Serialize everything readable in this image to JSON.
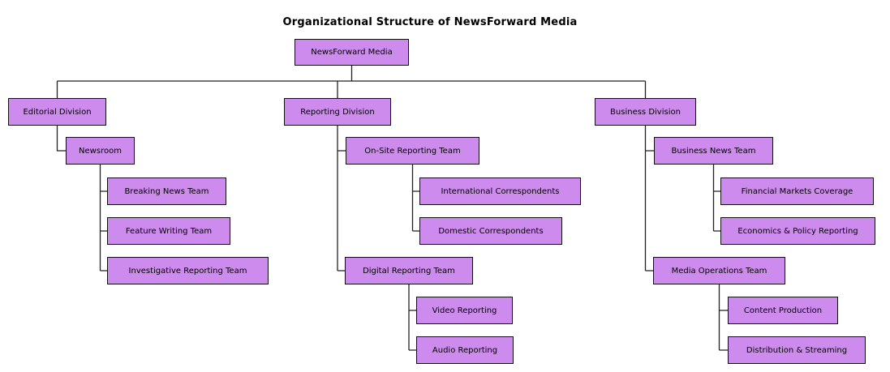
{
  "title": "Organizational Structure of NewsForward Media",
  "colors": {
    "node_fill": "#CD8BED",
    "node_border": "#111111",
    "connector": "#222222",
    "background": "#FFFFFF",
    "text": "#000000"
  },
  "tree": {
    "label": "NewsForward Media",
    "children": [
      {
        "label": "Editorial Division",
        "children": [
          {
            "label": "Newsroom",
            "children": [
              {
                "label": "Breaking News Team"
              },
              {
                "label": "Feature Writing Team"
              },
              {
                "label": "Investigative Reporting Team"
              }
            ]
          }
        ]
      },
      {
        "label": "Reporting Division",
        "children": [
          {
            "label": "On-Site Reporting Team",
            "children": [
              {
                "label": "International Correspondents"
              },
              {
                "label": "Domestic Correspondents"
              }
            ]
          },
          {
            "label": "Digital Reporting Team",
            "children": [
              {
                "label": "Video Reporting"
              },
              {
                "label": "Audio Reporting"
              }
            ]
          }
        ]
      },
      {
        "label": "Business Division",
        "children": [
          {
            "label": "Business News Team",
            "children": [
              {
                "label": "Financial Markets Coverage"
              },
              {
                "label": "Economics & Policy Reporting"
              }
            ]
          },
          {
            "label": "Media Operations Team",
            "children": [
              {
                "label": "Content Production"
              },
              {
                "label": "Distribution & Streaming"
              }
            ]
          }
        ]
      }
    ]
  }
}
